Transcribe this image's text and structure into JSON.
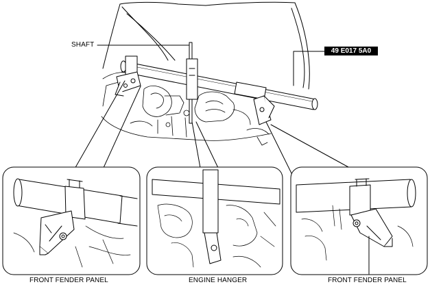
{
  "labels": {
    "shaft": "SHAFT",
    "part_number": "49 E017 5A0",
    "left_detail": "FRONT FENDER PANEL",
    "center_detail": "ENGINE HANGER",
    "right_detail": "FRONT FENDER PANEL"
  }
}
